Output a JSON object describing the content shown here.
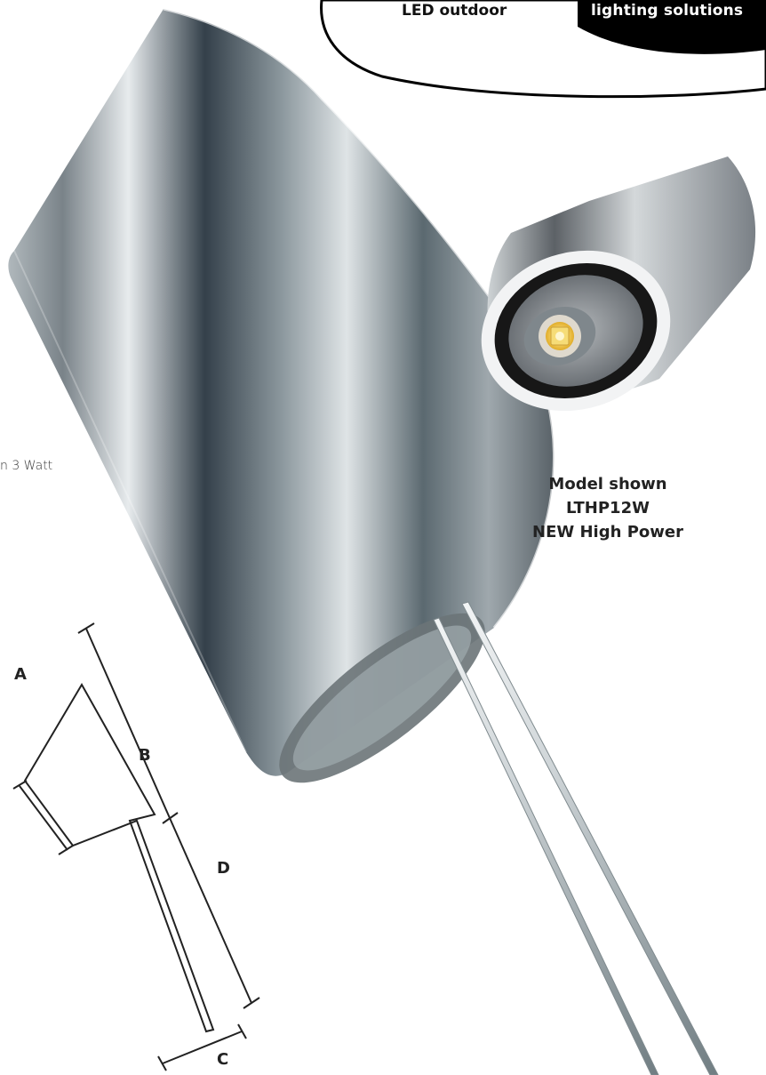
{
  "header": {
    "left_label": "LED outdoor",
    "right_label": "lighting solutions"
  },
  "side_note": {
    "text": "n 3 Watt"
  },
  "model": {
    "line1": "Model shown",
    "line2": "LTHP12W",
    "line3": "NEW High Power"
  },
  "dimension_labels": {
    "a": "A",
    "b": "B",
    "c": "C",
    "d": "D"
  },
  "icons": {
    "light": "led-spotlight-icon",
    "diagram": "dimension-diagram-icon"
  },
  "colors": {
    "brand_bg": "#000000",
    "brand_text_right": "#ffffff",
    "brand_text_left": "#111111",
    "accent_glow": "#f7c53f",
    "metal_dark": "#2b3138",
    "metal_light": "#d4d9dd"
  }
}
